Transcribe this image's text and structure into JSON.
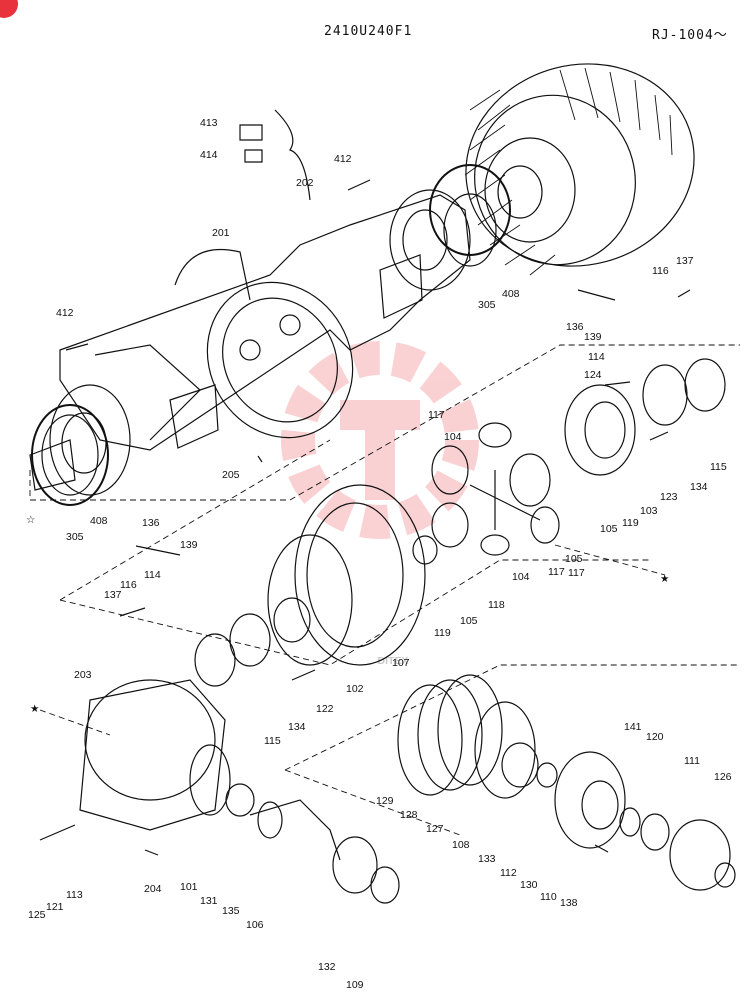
{
  "header": {
    "code": "2410U240F1",
    "ref": "RJ-1004～"
  },
  "watermark": {
    "text": "DITEX",
    "color": "#e8323c"
  },
  "colors": {
    "line": "#111111",
    "corner_dot": "#e8323c"
  },
  "labels": [
    "413",
    "414",
    "412",
    "202",
    "201",
    "305",
    "408",
    "412",
    "116",
    "137",
    "136",
    "139",
    "114",
    "124",
    "117",
    "104",
    "105",
    "103",
    "123",
    "134",
    "115",
    "119",
    "105",
    "117",
    "118",
    "104",
    "117",
    "305",
    "408",
    "136",
    "139",
    "114",
    "116",
    "137",
    "107",
    "102",
    "119",
    "105",
    "115",
    "134",
    "122",
    "205",
    "203",
    "129",
    "128",
    "127",
    "108",
    "133",
    "112",
    "130",
    "110",
    "138",
    "141",
    "120",
    "111",
    "126",
    "101",
    "131",
    "135",
    "106",
    "132",
    "109",
    "125",
    "121",
    "113",
    "204"
  ]
}
